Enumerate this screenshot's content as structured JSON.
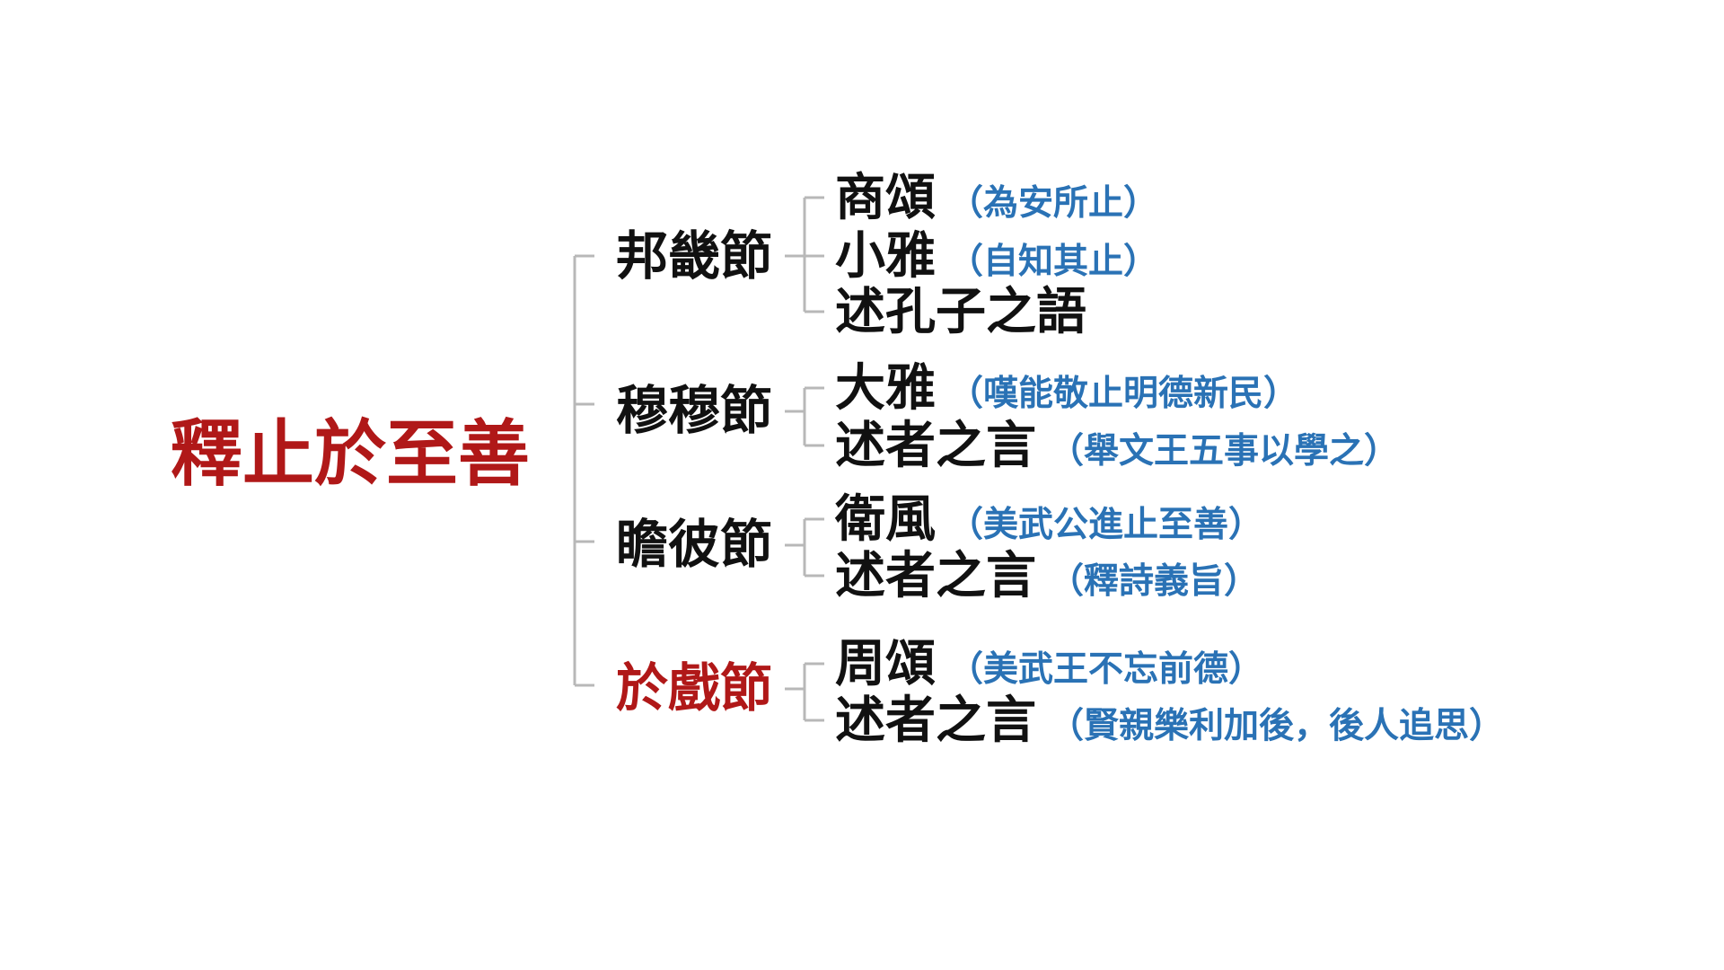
{
  "colors": {
    "accent_red": "#b01818",
    "note_blue": "#2a72b5",
    "text_black": "#111111",
    "bracket_gray": "#b8b8b8"
  },
  "root": {
    "label": "釋止於至善"
  },
  "sections": [
    {
      "title": "邦畿節",
      "highlight": false,
      "items": [
        {
          "label": "商頌",
          "note": "（為安所止）"
        },
        {
          "label": "小雅",
          "note": "（自知其止）"
        },
        {
          "label": "述孔子之語",
          "note": ""
        }
      ]
    },
    {
      "title": "穆穆節",
      "highlight": false,
      "items": [
        {
          "label": "大雅",
          "note": "（嘆能敬止明德新民）"
        },
        {
          "label": "述者之言",
          "note": "（舉文王五事以學之）"
        }
      ]
    },
    {
      "title": "瞻彼節",
      "highlight": false,
      "items": [
        {
          "label": "衛風",
          "note": "（美武公進止至善）"
        },
        {
          "label": "述者之言",
          "note": "（釋詩義旨）"
        }
      ]
    },
    {
      "title": "於戲節",
      "highlight": true,
      "items": [
        {
          "label": "周頌",
          "note": "（美武王不忘前德）"
        },
        {
          "label": "述者之言",
          "note": "（賢親樂利加後，後人追思）"
        }
      ]
    }
  ]
}
